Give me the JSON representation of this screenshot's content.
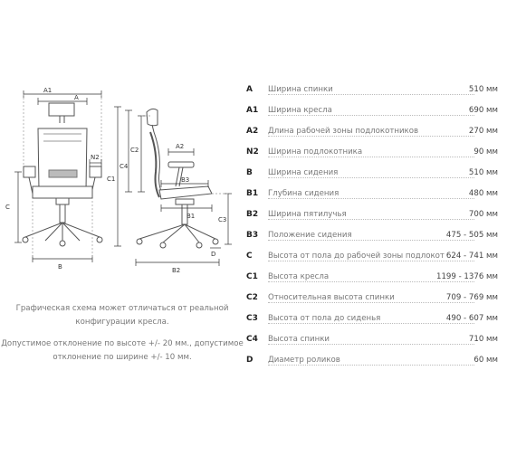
{
  "diagram": {
    "front_labels": {
      "a1": "A1",
      "a": "A",
      "n2": "N2",
      "c": "C",
      "b": "B"
    },
    "side_labels": {
      "c2": "C2",
      "c4": "C4",
      "c1": "C1",
      "a2": "A2",
      "b3": "B3",
      "b1": "B1",
      "c3": "C3",
      "d": "D",
      "b2": "B2"
    }
  },
  "notes": {
    "line1": "Графическая схема может отличаться от реальной",
    "line2": "конфигурации кресла.",
    "line3": "Допустимое отклонение по высоте +/- 20 мм., допустимое",
    "line4": "отклонение по ширине +/- 10 мм."
  },
  "specs": [
    {
      "code": "A",
      "label": "Ширина спинки",
      "value": "510 мм"
    },
    {
      "code": "A1",
      "label": "Ширина кресла",
      "value": "690 мм"
    },
    {
      "code": "A2",
      "label": "Длина рабочей зоны подлокотников",
      "value": "270 мм"
    },
    {
      "code": "N2",
      "label": "Ширина подлокотника",
      "value": "90 мм"
    },
    {
      "code": "B",
      "label": "Ширина сидения",
      "value": "510 мм"
    },
    {
      "code": "B1",
      "label": "Глубина сидения",
      "value": "480 мм"
    },
    {
      "code": "B2",
      "label": "Ширина пятилучья",
      "value": "700 мм"
    },
    {
      "code": "B3",
      "label": "Положение сидения",
      "value": "475 - 505 мм"
    },
    {
      "code": "C",
      "label": "Высота от пола до рабочей зоны подлокотников",
      "value": "624 - 741 мм"
    },
    {
      "code": "C1",
      "label": "Высота кресла",
      "value": "1199 - 1376 мм"
    },
    {
      "code": "C2",
      "label": "Относительная высота спинки",
      "value": "709 - 769 мм"
    },
    {
      "code": "C3",
      "label": "Высота от пола до сиденья",
      "value": "490 - 607 мм"
    },
    {
      "code": "C4",
      "label": "Высота спинки",
      "value": "710 мм"
    },
    {
      "code": "D",
      "label": "Диаметр роликов",
      "value": "60 мм"
    }
  ]
}
